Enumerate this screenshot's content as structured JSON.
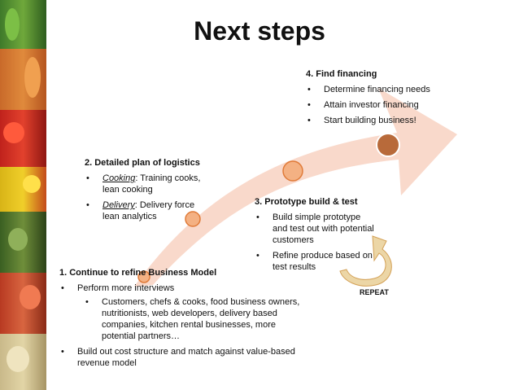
{
  "slide": {
    "title": "Next steps",
    "repeat_label": "REPEAT"
  },
  "steps": [
    {
      "heading": "1. Continue to refine Business Model",
      "bullets": [
        {
          "text": "Perform more interviews"
        },
        {
          "text": "Customers, chefs & cooks, food business owners, nutritionists, web developers, delivery based companies, kitchen rental businesses, more potential partners…",
          "sub": true
        },
        {
          "text": "Build out cost structure and match against value-based revenue model"
        }
      ]
    },
    {
      "heading": "2. Detailed plan of logistics",
      "bullets": [
        {
          "term": "Cooking",
          "text": ": Training cooks, lean cooking"
        },
        {
          "term": "Delivery",
          "text": ": Delivery force lean analytics"
        }
      ]
    },
    {
      "heading": "3. Prototype build & test",
      "bullets": [
        {
          "text": "Build simple prototype and test out with potential customers"
        },
        {
          "text": "Refine produce based on test results"
        }
      ]
    },
    {
      "heading": "4. Find financing",
      "bullets": [
        {
          "text": "Determine financing needs"
        },
        {
          "text": "Attain investor financing"
        },
        {
          "text": "Start building business!"
        }
      ]
    }
  ],
  "colors": {
    "arrow_fill": "#f9d9cb",
    "milestone_fill": "#f4b183",
    "milestone_stroke": "#e07b39",
    "milestone_final": "#b86a3a",
    "repeat_arrow": "#ecd6a6",
    "repeat_stroke": "#d3a055"
  }
}
